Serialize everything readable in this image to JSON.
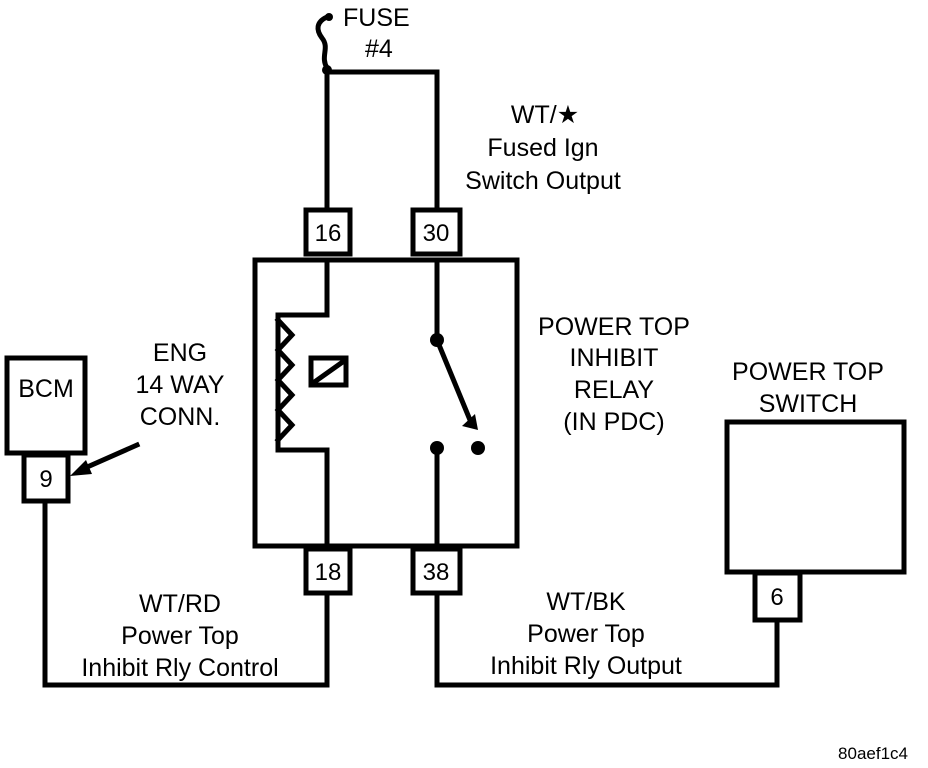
{
  "fuse": {
    "label_line1": "FUSE",
    "label_line2": "#4"
  },
  "relay": {
    "name_line1": "POWER TOP",
    "name_line2": "INHIBIT",
    "name_line3": "RELAY",
    "name_line4": "(IN PDC)",
    "pins": {
      "coil_top": "16",
      "switch_top": "30",
      "coil_bottom": "18",
      "switch_bottom": "38"
    }
  },
  "wire_top": {
    "line1": "WT/★",
    "line2": "Fused Ign",
    "line3": "Switch Output"
  },
  "bcm": {
    "label": "BCM",
    "pin": "9"
  },
  "connector": {
    "line1": "ENG",
    "line2": "14 WAY",
    "line3": "CONN."
  },
  "switch": {
    "label_line1": "POWER TOP",
    "label_line2": "SWITCH",
    "pin": "6"
  },
  "wire_control": {
    "line1": "WT/RD",
    "line2": "Power Top",
    "line3": "Inhibit Rly Control"
  },
  "wire_output": {
    "line1": "WT/BK",
    "line2": "Power Top",
    "line3": "Inhibit Rly Output"
  },
  "figure_code": "80aef1c4"
}
